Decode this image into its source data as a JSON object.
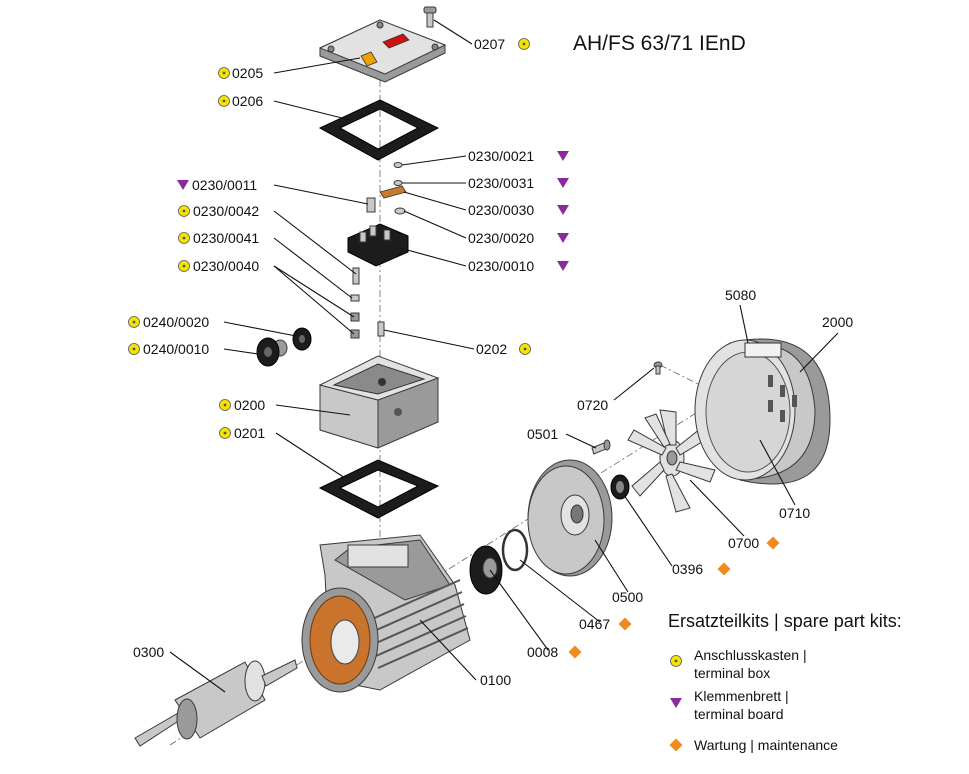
{
  "title": "AH/FS 63/71 IEnD",
  "colors": {
    "terminal_box": "#f5e400",
    "terminal_board": "#8a2a9e",
    "maintenance": "#f08a1c",
    "winding": "#c9732c"
  },
  "parts": [
    {
      "id": "p0207",
      "label": "0207",
      "marker": "circle"
    },
    {
      "id": "p0205",
      "label": "0205",
      "marker": "circle"
    },
    {
      "id": "p0206",
      "label": "0206",
      "marker": "circle"
    },
    {
      "id": "p0230_0021",
      "label": "0230/0021",
      "marker": "triangle"
    },
    {
      "id": "p0230_0031",
      "label": "0230/0031",
      "marker": "triangle"
    },
    {
      "id": "p0230_0011",
      "label": "0230/0011",
      "marker": "triangle"
    },
    {
      "id": "p0230_0030",
      "label": "0230/0030",
      "marker": "triangle"
    },
    {
      "id": "p0230_0042",
      "label": "0230/0042",
      "marker": "circle"
    },
    {
      "id": "p0230_0020",
      "label": "0230/0020",
      "marker": "triangle"
    },
    {
      "id": "p0230_0041",
      "label": "0230/0041",
      "marker": "circle"
    },
    {
      "id": "p0230_0010",
      "label": "0230/0010",
      "marker": "triangle"
    },
    {
      "id": "p0230_0040",
      "label": "0230/0040",
      "marker": "circle"
    },
    {
      "id": "p0240_0020",
      "label": "0240/0020",
      "marker": "circle"
    },
    {
      "id": "p0202",
      "label": "0202",
      "marker": "circle"
    },
    {
      "id": "p0240_0010",
      "label": "0240/0010",
      "marker": "circle"
    },
    {
      "id": "p5080",
      "label": "5080",
      "marker": ""
    },
    {
      "id": "p2000",
      "label": "2000",
      "marker": ""
    },
    {
      "id": "p0720",
      "label": "0720",
      "marker": ""
    },
    {
      "id": "p0200",
      "label": "0200",
      "marker": "circle"
    },
    {
      "id": "p0501",
      "label": "0501",
      "marker": ""
    },
    {
      "id": "p0201",
      "label": "0201",
      "marker": "circle"
    },
    {
      "id": "p0710",
      "label": "0710",
      "marker": ""
    },
    {
      "id": "p0700",
      "label": "0700",
      "marker": "diamond"
    },
    {
      "id": "p0396",
      "label": "0396",
      "marker": "diamond"
    },
    {
      "id": "p0500",
      "label": "0500",
      "marker": ""
    },
    {
      "id": "p0467",
      "label": "0467",
      "marker": "diamond"
    },
    {
      "id": "p0008",
      "label": "0008",
      "marker": "diamond"
    },
    {
      "id": "p0300",
      "label": "0300",
      "marker": ""
    },
    {
      "id": "p0100",
      "label": "0100",
      "marker": ""
    }
  ],
  "legend": {
    "title": "Ersatzteilkits | spare part kits:",
    "items": [
      {
        "marker": "circle",
        "line1": "Anschlusskasten |",
        "line2": "terminal box"
      },
      {
        "marker": "triangle",
        "line1": "Klemmenbrett |",
        "line2": "terminal board"
      },
      {
        "marker": "diamond",
        "line1": "Wartung | maintenance",
        "line2": ""
      }
    ]
  }
}
